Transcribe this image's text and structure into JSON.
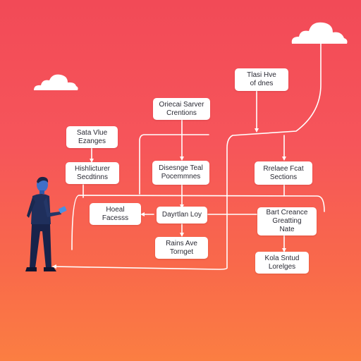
{
  "colors": {
    "background_top": "#f24a57",
    "background_bottom": "#fb7e42",
    "node_fill": "#ffffff",
    "connector": "#ffffff",
    "figure_suit": "#1f2f5c",
    "figure_skin": "#3f6fc8"
  },
  "icons": {
    "clouds": [
      "cloud-icon",
      "cloud-icon"
    ],
    "figure": "person-figure-icon",
    "device": "tablet-icon"
  },
  "nodes": {
    "top_right": {
      "line1": "Tlasi Hve",
      "line2": "of dnes"
    },
    "top_center": {
      "line1": "Oriecai Sarver",
      "line2": "Crentions"
    },
    "left_top": {
      "line1": "Sata Vlue",
      "line2": "Ezanges"
    },
    "left_mid": {
      "line1": "Hishlicturer",
      "line2": "Secdtinns"
    },
    "center_mid": {
      "line1": "Disesnge Teal",
      "line2": "Pocemmnes"
    },
    "right_mid": {
      "line1": "Rrelaee Fcat",
      "line2": "Sections"
    },
    "left_low": {
      "line1": "Hoeal",
      "line2": "Facesss"
    },
    "center_low": {
      "line1": "Dayrtlan Loy",
      "line2": ""
    },
    "right_low": {
      "line1": "Bart Creance",
      "line2": "Greatting",
      "line3": "Nate"
    },
    "center_bottom": {
      "line1": "Rains Ave",
      "line2": "Tornget"
    },
    "right_bottom": {
      "line1": "Kola Sntud",
      "line2": "Lorelges"
    }
  }
}
